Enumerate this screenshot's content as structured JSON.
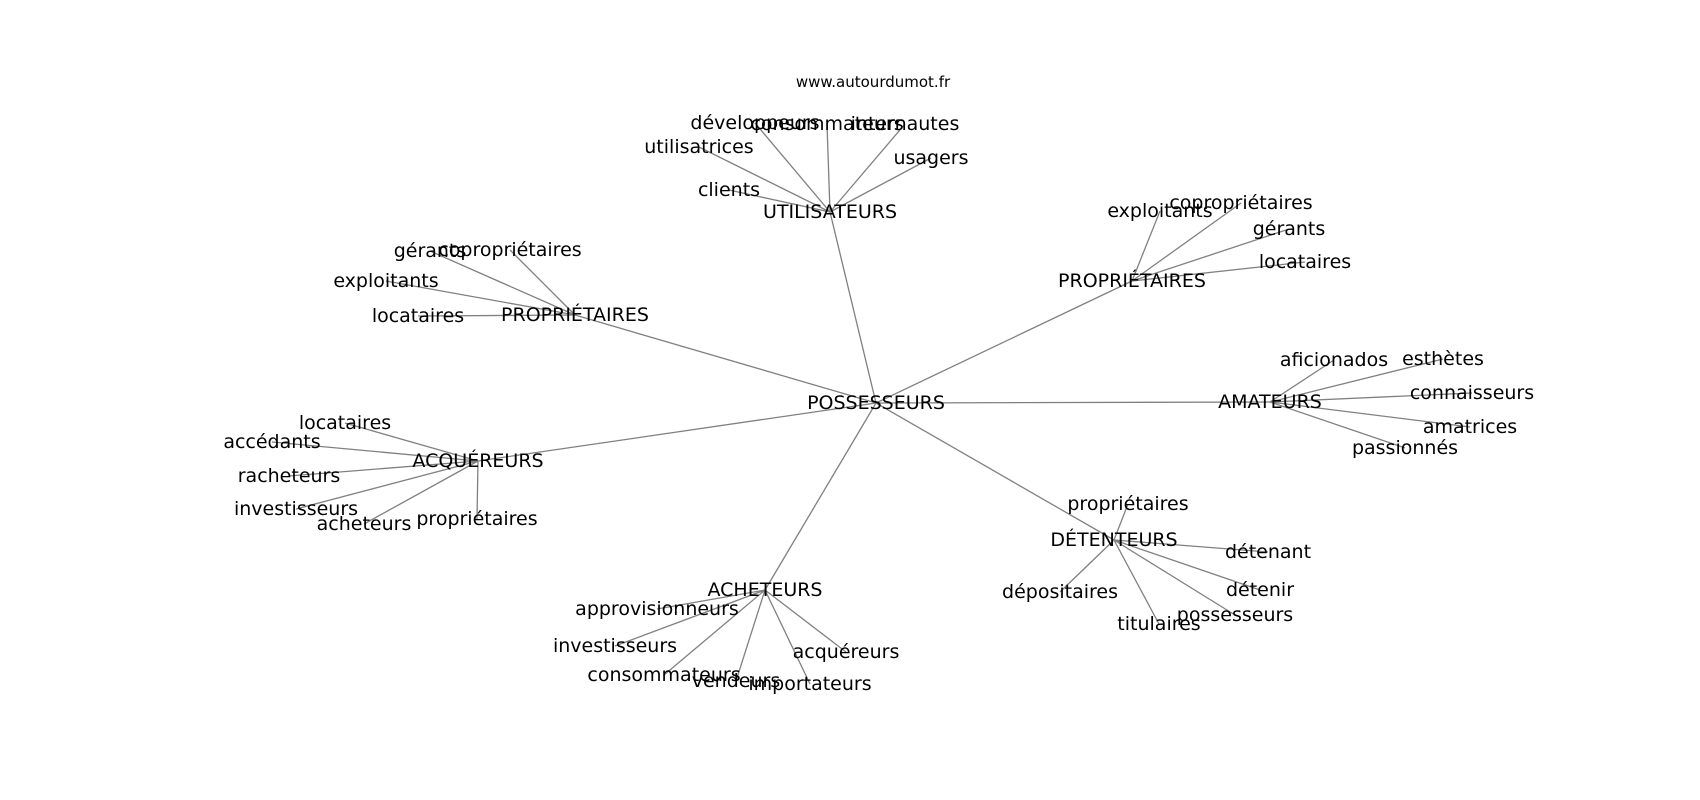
{
  "site": "www.autourdumot.fr",
  "colors": {
    "edge": "#808080",
    "text": "#000000",
    "background": "#ffffff"
  },
  "center": "POSSESSEURS",
  "clusters": [
    {
      "hub": "UTILISATEURS",
      "leaves": [
        "développeurs",
        "consommateurs",
        "internautes",
        "utilisatrices",
        "usagers",
        "clients"
      ]
    },
    {
      "hub": "PROPRIÉTAIRES",
      "leaves": [
        "gérants",
        "copropriétaires",
        "exploitants",
        "locataires"
      ]
    },
    {
      "hub": "PROPRIÉTAIRES",
      "leaves": [
        "exploitants",
        "copropriétaires",
        "gérants",
        "locataires"
      ]
    },
    {
      "hub": "AMATEURS",
      "leaves": [
        "aficionados",
        "esthètes",
        "connaisseurs",
        "amatrices",
        "passionnés"
      ]
    },
    {
      "hub": "ACQUÉREURS",
      "leaves": [
        "locataires",
        "accédants",
        "racheteurs",
        "investisseurs",
        "acheteurs",
        "propriétaires"
      ]
    },
    {
      "hub": "DÉTENTEURS",
      "leaves": [
        "propriétaires",
        "détenant",
        "dépositaires",
        "détenir",
        "titulaires",
        "possesseurs"
      ]
    },
    {
      "hub": "ACHETEURS",
      "leaves": [
        "approvisionneurs",
        "investisseurs",
        "consommateurs",
        "vendeurs",
        "importateurs",
        "acquéreurs"
      ]
    }
  ]
}
